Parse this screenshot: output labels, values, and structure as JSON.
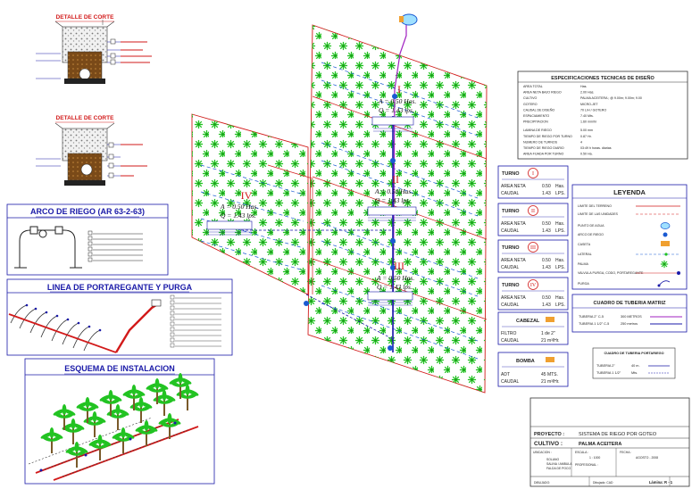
{
  "details": {
    "corte_1": "DETALLE DE CORTE",
    "corte_2": "DETALLE DE CORTE"
  },
  "arco": {
    "title": "ARCO DE RIEGO (AR 63-2-63)"
  },
  "linea": {
    "title": "LINEA DE PORTAREGANTE Y PURGA"
  },
  "esquema": {
    "title": "ESQUEMA DE INSTALACION"
  },
  "plan": {
    "block_iv": {
      "num": "IV",
      "area": "A = 0.50 Has.",
      "caudal": "Q = 1.43 lps."
    },
    "block_i": {
      "num": "I",
      "area": "A = 0.50 Has.",
      "caudal": "Q = 1.43 lps."
    },
    "block_ii": {
      "num": "II",
      "area": "A = 0.50 Has.",
      "caudal": "Q = 1.43 lps."
    },
    "block_iii": {
      "num": "III",
      "area": "A = 0.50 Has.",
      "caudal": "Q = 1.43 lps."
    }
  },
  "specs": {
    "title": "ESPECIFICACIONES TECNICAS DE DISEÑO",
    "rows": [
      {
        "label": "AREA TOTAL",
        "value": "Has."
      },
      {
        "label": "AREA NETA BAJO RIEGO",
        "value": "2.00 Has."
      },
      {
        "label": "CULTIVO",
        "value": "PALMA ACEITERA ; @ 9.00m; 9.00m; 9.00"
      },
      {
        "label": "GOTERO",
        "value": "MICRO-JET"
      },
      {
        "label": "CAUDAL DE DISEÑO",
        "value": "70 L/H / GOTERO"
      },
      {
        "label": "ESPACIAMIENTO",
        "value": "7.40 Mts."
      },
      {
        "label": "PRECIPITACION",
        "value": "1.60 mm/hr"
      },
      {
        "label": "LAMINA DE RIEGO",
        "value": "5.00 mm"
      },
      {
        "label": "TIEMPO DE RIEGO POR TURNO",
        "value": "0.87 Hr."
      },
      {
        "label": "NUMERO DE TURNOS",
        "value": "4"
      },
      {
        "label": "TIEMPO DE RIEGO DIARIO",
        "value": "03:49 h horas. diarias"
      },
      {
        "label": "AREA FIJADA POR TURNO",
        "value": "0.50 Ha."
      }
    ]
  },
  "turnos": [
    {
      "label": "TURNO",
      "num": "I",
      "area_label": "AREA NETA",
      "area": "0.50",
      "area_unit": "Has.",
      "caudal_label": "CAUDAL",
      "caudal": "1.43",
      "caudal_unit": "LPS."
    },
    {
      "label": "TURNO",
      "num": "II",
      "area_label": "AREA NETA",
      "area": "0.50",
      "area_unit": "Has.",
      "caudal_label": "CAUDAL",
      "caudal": "1.43",
      "caudal_unit": "LPS."
    },
    {
      "label": "TURNO",
      "num": "III",
      "area_label": "AREA NETA",
      "area": "0.50",
      "area_unit": "Has.",
      "caudal_label": "CAUDAL",
      "caudal": "1.43",
      "caudal_unit": "LPS."
    },
    {
      "label": "TURNO",
      "num": "IV",
      "area_label": "AREA NETA",
      "area": "0.50",
      "area_unit": "Has.",
      "caudal_label": "CAUDAL",
      "caudal": "1.43",
      "caudal_unit": "LPS."
    }
  ],
  "cabezal": {
    "title": "CABEZAL",
    "item": "FILTRO",
    "item_value": "1 de 2\"",
    "caudal_label": "CAUDAL",
    "caudal": "21 m³/Hr."
  },
  "bomba": {
    "title": "BOMBA",
    "item": "ADT",
    "item_value": "45 MTS.",
    "caudal_label": "CAUDAL",
    "caudal": "21 m³/Hr."
  },
  "leyenda": {
    "title": "LEYENDA",
    "items": [
      "LIMITE DEL TERRENO",
      "LIMITE DE LAS UNIDADES",
      "PUNTO DE AGUA",
      "ARCO DE RIEGO",
      "CASETA",
      "LATERAL",
      "PALMA",
      "VALVULA PURGA, CODO, PORTAREGANTE",
      "PURGA"
    ],
    "matriz_title": "CUADRO DE TUBERIA MATRIZ",
    "matriz": [
      {
        "label": "TUBERIA 2\" C-5",
        "value": "300 METROS"
      },
      {
        "label": "TUBERIA 1 1/2\" C-5",
        "value": "250 metros"
      }
    ],
    "porta_title": "CUADRO DE TUBERIA PORTARIEGO",
    "porta": [
      {
        "label": "TUBERIA 2\"",
        "value": "40 m."
      },
      {
        "label": "TUBERIA 1 1/2\"",
        "value": "Mts."
      }
    ]
  },
  "titleblock": {
    "proyecto_label": "PROYECTO :",
    "proyecto": "SISTEMA DE RIEGO POR GOTEO",
    "cultivo_label": "CULTIVO :",
    "cultivo": "PALMA ACEITERA",
    "ubicacion": "UBICACION :",
    "escala_label": "ESCALA :",
    "escala": "1 : 1000",
    "fecha_label": "FECHA :",
    "fecha": "AGOSTO - 2008",
    "profesional_label": "PROFESIONAL :",
    "lugar_1": "SOLANO",
    "lugar_2": "SALINA / AMBULA",
    "lugar_3": "FALDA DE POCO",
    "dibujado": "DIBUJADO:",
    "diseno": "Dibujado: CAD",
    "lamina": "Lámina: R - 1"
  }
}
